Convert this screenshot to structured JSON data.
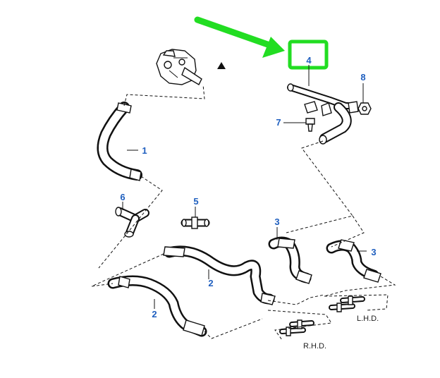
{
  "callouts": [
    {
      "id": "c1",
      "text": "1"
    },
    {
      "id": "c2a",
      "text": "2"
    },
    {
      "id": "c2b",
      "text": "2"
    },
    {
      "id": "c3a",
      "text": "3"
    },
    {
      "id": "c3b",
      "text": "3"
    },
    {
      "id": "c4",
      "text": "4"
    },
    {
      "id": "c5",
      "text": "5"
    },
    {
      "id": "c6",
      "text": "6"
    },
    {
      "id": "c7",
      "text": "7"
    },
    {
      "id": "c8",
      "text": "8"
    }
  ],
  "labels": {
    "lhd": "L.H.D.",
    "rhd": "R.H.D."
  },
  "colors": {
    "callout_text": "#1f5fbf",
    "highlight": "#22dd22",
    "line": "#111111"
  },
  "icons": {
    "warning_marker": "filled-triangle"
  }
}
